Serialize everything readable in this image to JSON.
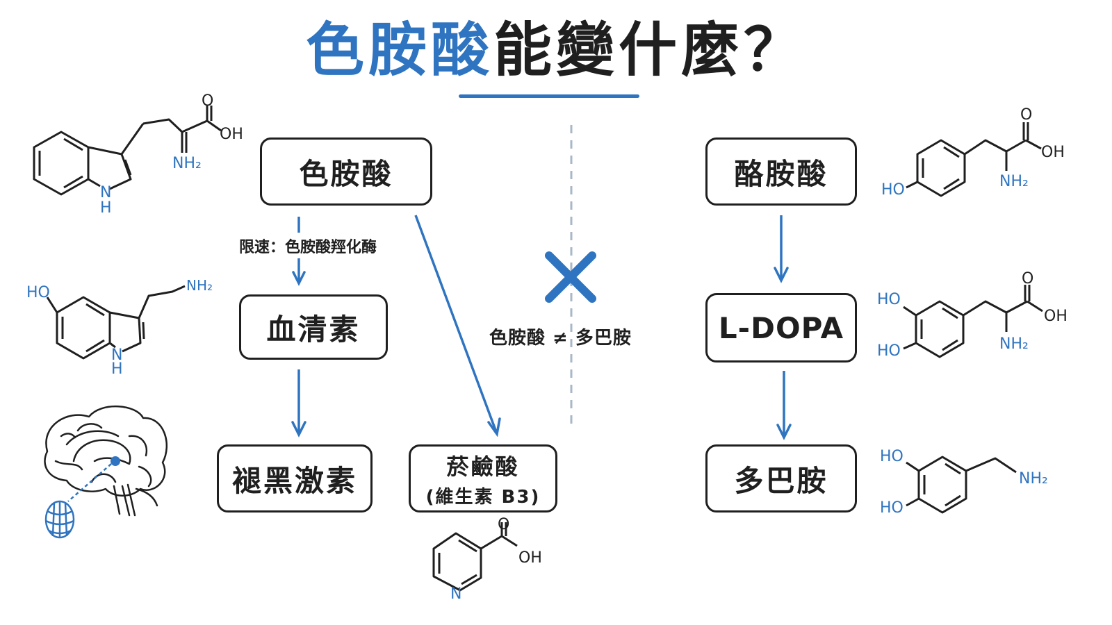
{
  "title": {
    "accent": "色胺酸",
    "rest": "能變什麼？"
  },
  "left_pathway": {
    "start": "色胺酸",
    "rate_limit_note": "限速：色胺酸羥化酶",
    "mid": "血清素",
    "end_left": "褪黑激素",
    "end_right_line1": "菸鹼酸",
    "end_right_line2": "(維生素 B3)"
  },
  "right_pathway": {
    "start": "酪胺酸",
    "mid": "L-DOPA",
    "end": "多巴胺"
  },
  "divider_note": "色胺酸 ≠ 多巴胺",
  "molecule_labels": {
    "carbonyl_o": "O",
    "hydroxyl_oh": "OH",
    "amine_nh2": "NH₂",
    "ring_n": "N",
    "ring_nh_n": "N",
    "ring_nh_h": "H",
    "phenol_ho": "HO"
  },
  "colors": {
    "accent": "#2f74c0",
    "ink": "#1f1f1f",
    "divider": "#a9b7c6"
  },
  "icons": [
    "brain-icon",
    "pineal-gland-icon",
    "cross-icon"
  ]
}
